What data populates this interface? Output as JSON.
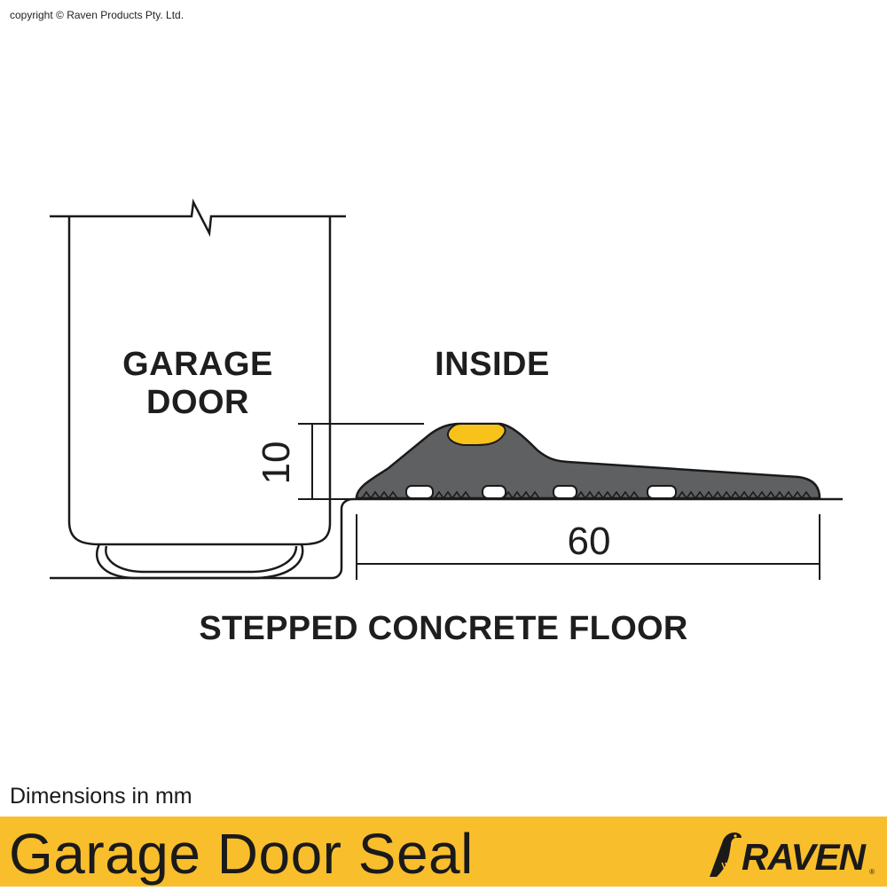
{
  "copyright": "copyright © Raven Products Pty. Ltd.",
  "labels": {
    "garage_line1": "GARAGE",
    "garage_line2": "DOOR",
    "inside": "INSIDE",
    "floor": "STEPPED CONCRETE FLOOR"
  },
  "dimensions": {
    "height": "10",
    "width": "60"
  },
  "footer": {
    "units_note": "Dimensions in mm",
    "title": "Garage Door Seal",
    "brand": "RAVEN",
    "registered": "®"
  },
  "colors": {
    "banner": "#f9be2c",
    "seal_body": "#5f6062",
    "seal_insert": "#f7c21a",
    "outline": "#1a1a1a"
  },
  "icons": {
    "brand_mark": "raven-bird-icon"
  }
}
